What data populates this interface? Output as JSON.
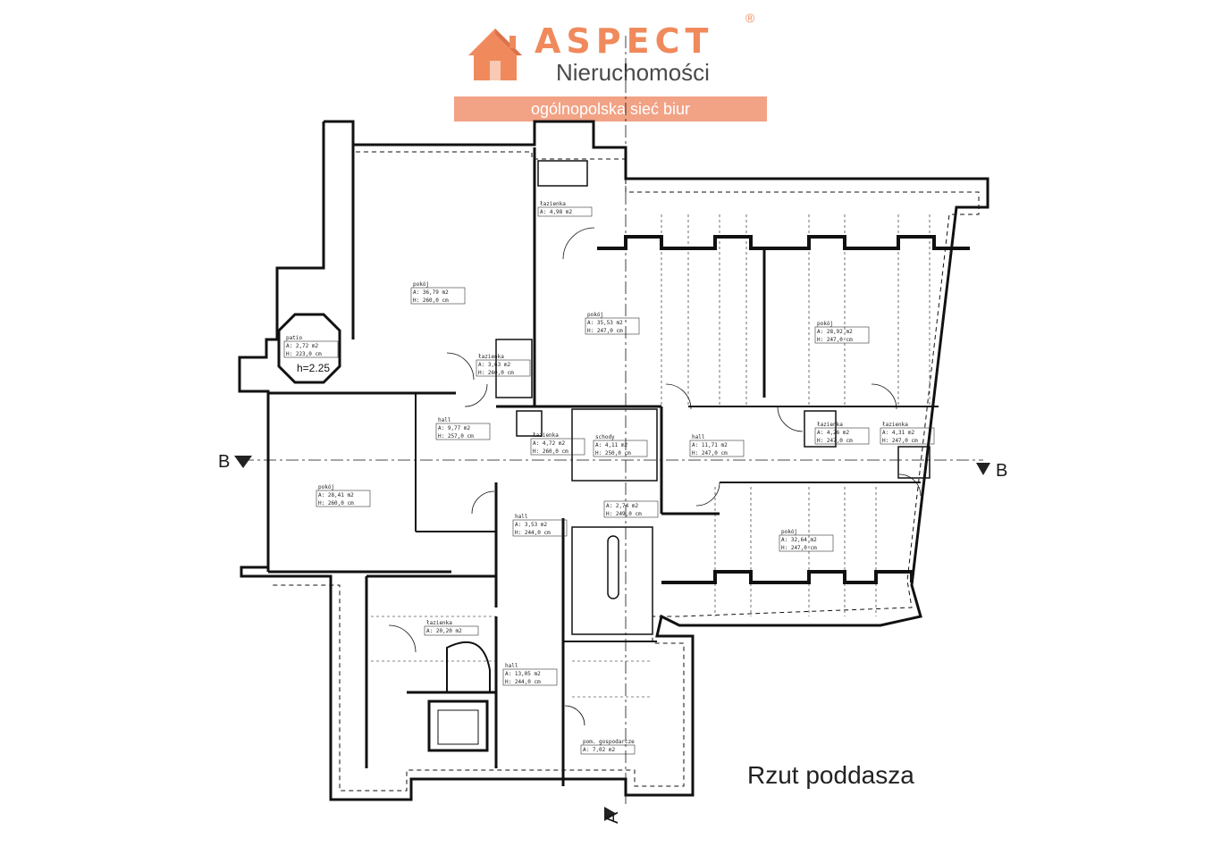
{
  "logo": {
    "brand": "ASPECT",
    "registered": "®",
    "subtitle": "Nieruchomości",
    "banner": "ogólnopolska sieć biur",
    "brand_color": "#f08a5d",
    "text_color": "#4a4a4a"
  },
  "plan": {
    "title": "Rzut poddasza",
    "section_b_left": "B",
    "section_b_right": "B",
    "section_a_bottom": "A",
    "ceiling_note": "h=2.25"
  },
  "rooms": [
    {
      "name": "pokój",
      "area": "A: 36,79 m2",
      "height": "H: 260,0 cm"
    },
    {
      "name": "pokój",
      "area": "A: 35,53 m2",
      "height": "H: 247,0 cm"
    },
    {
      "name": "pokój",
      "area": "A: 28,92 m2",
      "height": "H: 247,0 cm"
    },
    {
      "name": "patio",
      "area": "A: 2,72 m2",
      "height": "H: 223,0 cm"
    },
    {
      "name": "łazienka",
      "area": "A: 3,63 m2",
      "height": "H: 260,0 cm"
    },
    {
      "name": "hall",
      "area": "A: 9,77 m2",
      "height": "H: 257,0 cm"
    },
    {
      "name": "pokój",
      "area": "A: 28,41 m2",
      "height": "H: 260,0 cm"
    },
    {
      "name": "łazienka",
      "area": "A: 4,72 m2",
      "height": "H: 260,0 cm"
    },
    {
      "name": "schody",
      "area": "A: 4,11 m2",
      "height": "H: 250,0 cm"
    },
    {
      "name": "hall",
      "area": "A: 11,71 m2",
      "height": "H: 247,0 cm"
    },
    {
      "name": "łazienka",
      "area": "A: 4,26 m2",
      "height": "H: 247,0 cm"
    },
    {
      "name": "łazienka",
      "area": "A: 4,31 m2",
      "height": "H: 247,0 cm"
    },
    {
      "name": "hall",
      "area": "A: 3,53 m2",
      "height": "H: 244,0 cm"
    },
    {
      "name": "",
      "area": "A: 2,74 m2",
      "height": "H: 249,0 cm"
    },
    {
      "name": "pokój",
      "area": "A: 32,64 m2",
      "height": "H: 247,0 cm"
    },
    {
      "name": "łazienka",
      "area": "A: 20,20 m2",
      "height": ""
    },
    {
      "name": "hall",
      "area": "A: 13,05 m2",
      "height": "H: 244,0 cm"
    },
    {
      "name": "pom. gospodarcze",
      "area": "A: 7,02 m2",
      "height": ""
    },
    {
      "name": "łazienka",
      "area": "A: 4,98 m2",
      "height": ""
    }
  ]
}
